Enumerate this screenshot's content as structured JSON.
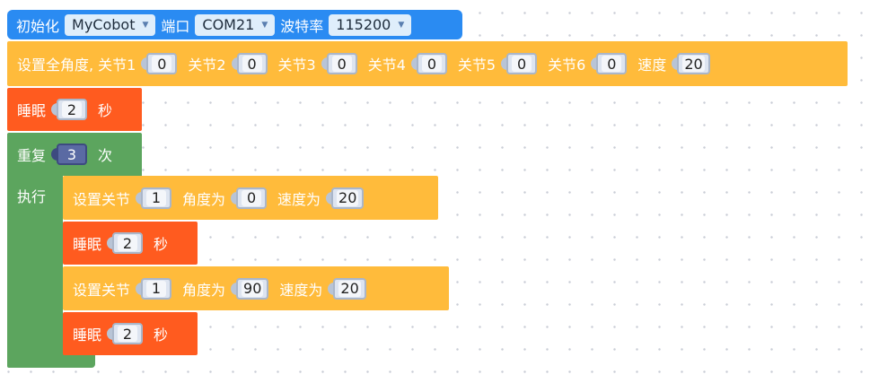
{
  "init": {
    "label": "初始化",
    "robot": "MyCobot",
    "port_label": "端口",
    "port": "COM21",
    "baud_label": "波特率",
    "baud": "115200"
  },
  "set_all": {
    "label": "设置全角度, 关节1",
    "j1": "0",
    "j2_label": "关节2",
    "j2": "0",
    "j3_label": "关节3",
    "j3": "0",
    "j4_label": "关节4",
    "j4": "0",
    "j5_label": "关节5",
    "j5": "0",
    "j6_label": "关节6",
    "j6": "0",
    "speed_label": "速度",
    "speed": "20"
  },
  "sleep1": {
    "label": "睡眠",
    "value": "2",
    "unit": "秒"
  },
  "repeat": {
    "label": "重复",
    "count": "3",
    "times": "次",
    "do_label": "执行"
  },
  "set_joint1": {
    "label": "设置关节",
    "joint": "1",
    "angle_label": "角度为",
    "angle": "0",
    "speed_label": "速度为",
    "speed": "20"
  },
  "sleep2": {
    "label": "睡眠",
    "value": "2",
    "unit": "秒"
  },
  "set_joint2": {
    "label": "设置关节",
    "joint": "1",
    "angle_label": "角度为",
    "angle": "90",
    "speed_label": "速度为",
    "speed": "20"
  },
  "sleep3": {
    "label": "睡眠",
    "value": "2",
    "unit": "秒"
  }
}
